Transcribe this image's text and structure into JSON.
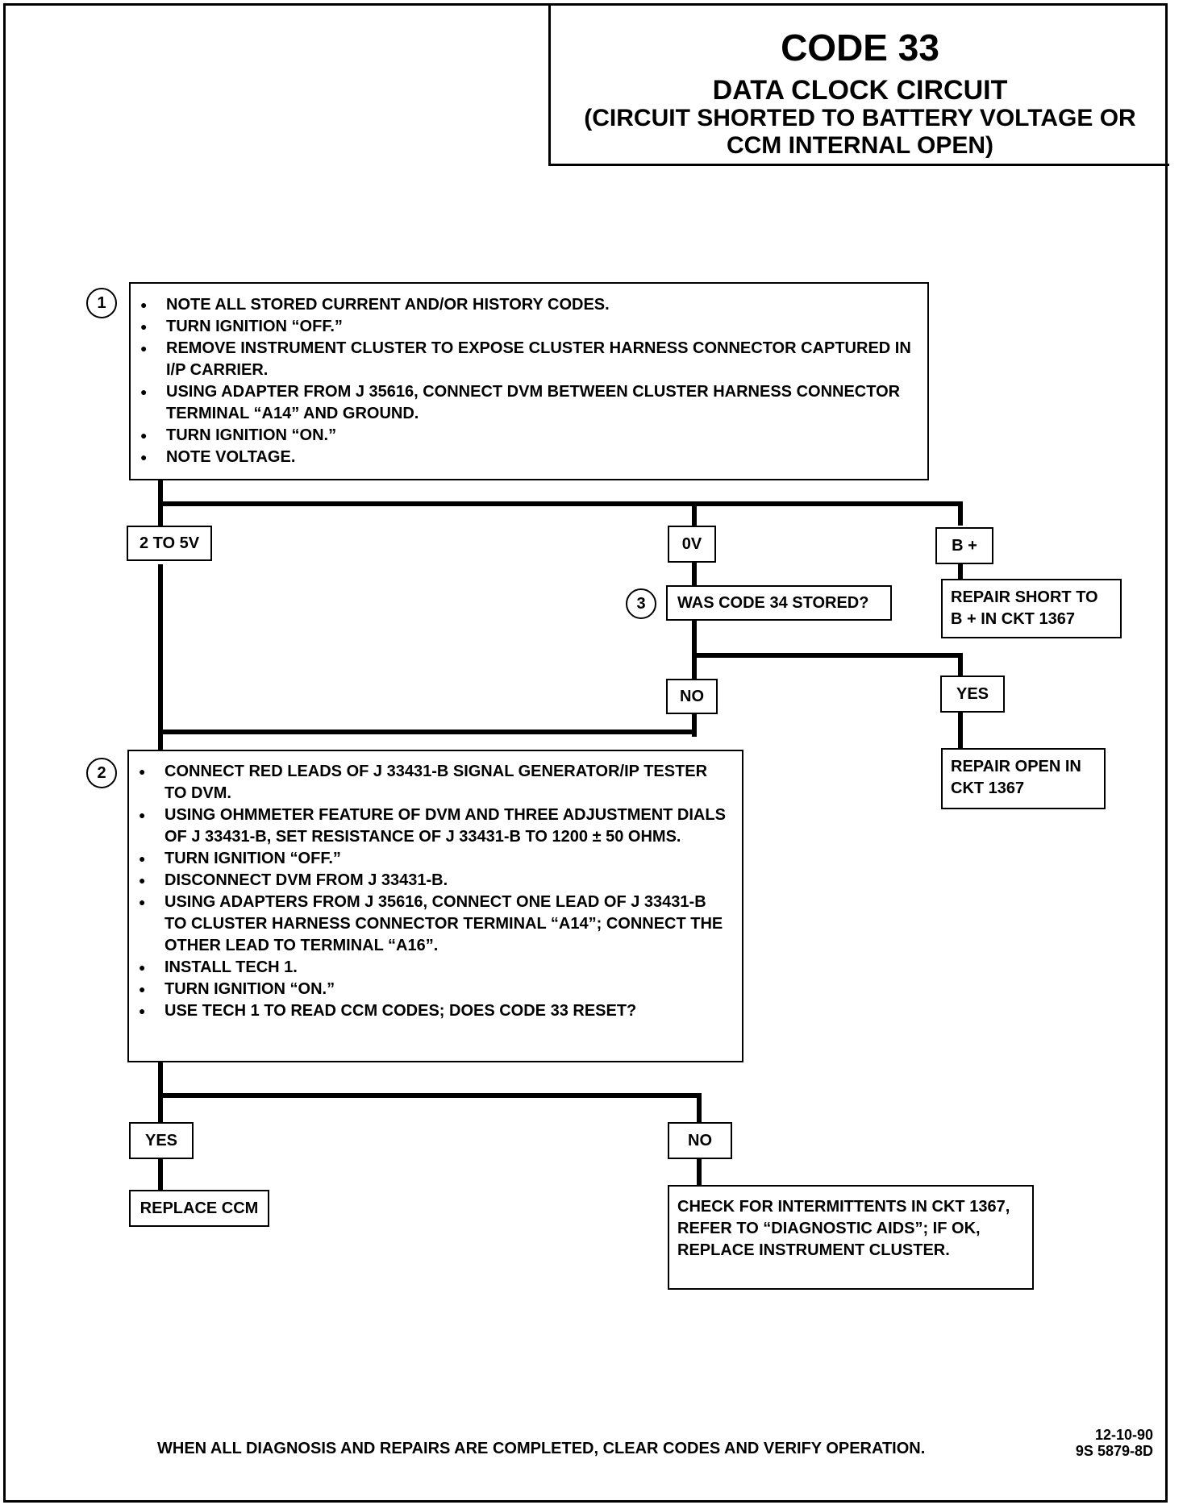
{
  "title": {
    "code": "CODE 33",
    "circuit": "DATA CLOCK CIRCUIT",
    "condition_line1": "(CIRCUIT SHORTED TO BATTERY VOLTAGE OR",
    "condition_line2": "CCM INTERNAL OPEN)"
  },
  "step1": {
    "number": "1",
    "bullets": [
      "NOTE ALL STORED CURRENT AND/OR HISTORY CODES.",
      "TURN IGNITION “OFF.”",
      "REMOVE INSTRUMENT CLUSTER TO EXPOSE CLUSTER HARNESS CONNECTOR CAPTURED IN I/P CARRIER.",
      "USING ADAPTER FROM J 35616, CONNECT DVM BETWEEN CLUSTER HARNESS CONNECTOR TERMINAL “A14” AND GROUND.",
      "TURN IGNITION “ON.”",
      "NOTE VOLTAGE."
    ]
  },
  "branch1": {
    "low": "2 TO 5V",
    "zero": "0V",
    "bplus": "B +"
  },
  "repair_short": "REPAIR SHORT TO B + IN CKT 1367",
  "step3": {
    "number": "3",
    "question": "WAS CODE 34 STORED?",
    "no": "NO",
    "yes": "YES"
  },
  "repair_open": "REPAIR OPEN IN CKT 1367",
  "step2": {
    "number": "2",
    "bullets": [
      "CONNECT RED LEADS OF J 33431-B SIGNAL GENERATOR/IP TESTER TO DVM.",
      "USING OHMMETER FEATURE OF DVM AND THREE ADJUSTMENT DIALS OF J 33431-B, SET RESISTANCE OF J 33431-B TO 1200 ± 50 OHMS.",
      "TURN IGNITION “OFF.”",
      "DISCONNECT DVM FROM J 33431-B.",
      "USING ADAPTERS FROM J 35616, CONNECT ONE LEAD OF J 33431-B TO CLUSTER HARNESS CONNECTOR TERMINAL “A14”; CONNECT THE OTHER LEAD TO TERMINAL “A16”.",
      "INSTALL TECH 1.",
      "TURN IGNITION “ON.”",
      "USE TECH 1 TO READ CCM CODES; DOES CODE 33 RESET?"
    ]
  },
  "branch2": {
    "yes": "YES",
    "no": "NO"
  },
  "replace_ccm": "REPLACE CCM",
  "check_intermittents": "CHECK FOR INTERMITTENTS IN CKT 1367, REFER TO “DIAGNOSTIC AIDS”; IF OK, REPLACE  INSTRUMENT CLUSTER.",
  "footer": {
    "note": "WHEN ALL DIAGNOSIS AND REPAIRS ARE COMPLETED, CLEAR CODES AND VERIFY OPERATION.",
    "date": "12-10-90",
    "doc_id": "9S 5879-8D"
  }
}
